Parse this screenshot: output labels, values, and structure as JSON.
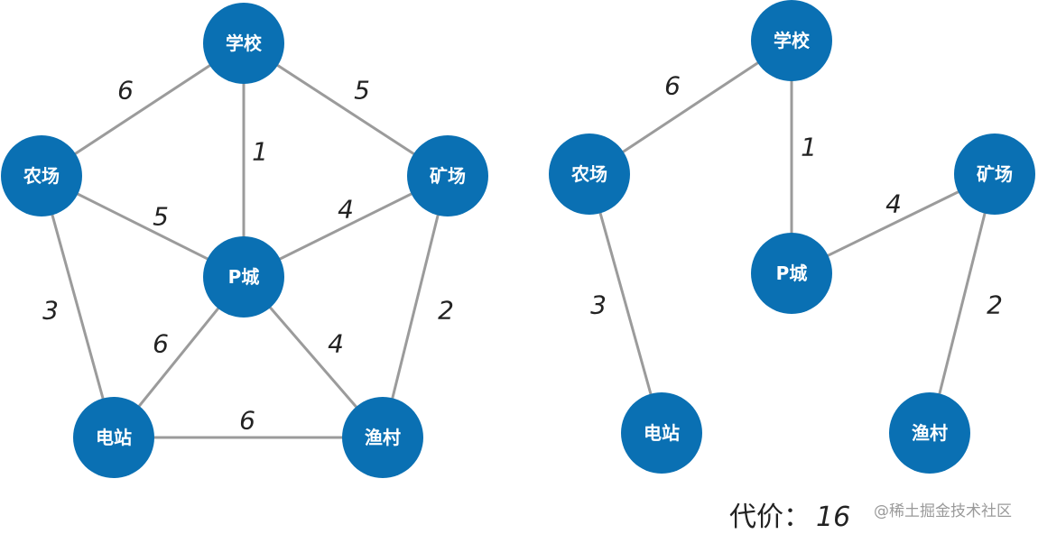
{
  "left_graph": {
    "nodes": [
      {
        "id": "school",
        "label": "学校"
      },
      {
        "id": "farm",
        "label": "农场"
      },
      {
        "id": "mine",
        "label": "矿场"
      },
      {
        "id": "pcity",
        "label": "P城"
      },
      {
        "id": "power",
        "label": "电站"
      },
      {
        "id": "fishing",
        "label": "渔村"
      }
    ],
    "edges": [
      {
        "from": "school",
        "to": "farm",
        "weight": "6"
      },
      {
        "from": "school",
        "to": "mine",
        "weight": "5"
      },
      {
        "from": "school",
        "to": "pcity",
        "weight": "1"
      },
      {
        "from": "farm",
        "to": "pcity",
        "weight": "5"
      },
      {
        "from": "mine",
        "to": "pcity",
        "weight": "4"
      },
      {
        "from": "farm",
        "to": "power",
        "weight": "3"
      },
      {
        "from": "mine",
        "to": "fishing",
        "weight": "2"
      },
      {
        "from": "pcity",
        "to": "power",
        "weight": "6"
      },
      {
        "from": "pcity",
        "to": "fishing",
        "weight": "4"
      },
      {
        "from": "power",
        "to": "fishing",
        "weight": "6"
      }
    ]
  },
  "right_graph": {
    "nodes": [
      {
        "id": "school",
        "label": "学校"
      },
      {
        "id": "farm",
        "label": "农场"
      },
      {
        "id": "mine",
        "label": "矿场"
      },
      {
        "id": "pcity",
        "label": "P城"
      },
      {
        "id": "power",
        "label": "电站"
      },
      {
        "id": "fishing",
        "label": "渔村"
      }
    ],
    "edges": [
      {
        "from": "school",
        "to": "farm",
        "weight": "6"
      },
      {
        "from": "school",
        "to": "pcity",
        "weight": "1"
      },
      {
        "from": "mine",
        "to": "pcity",
        "weight": "4"
      },
      {
        "from": "farm",
        "to": "power",
        "weight": "3"
      },
      {
        "from": "mine",
        "to": "fishing",
        "weight": "2"
      }
    ]
  },
  "cost": {
    "label": "代价：",
    "value": "16"
  },
  "watermark": "@稀土掘金技术社区",
  "colors": {
    "node": "#0a70b3",
    "edge": "#9b9b9b"
  }
}
